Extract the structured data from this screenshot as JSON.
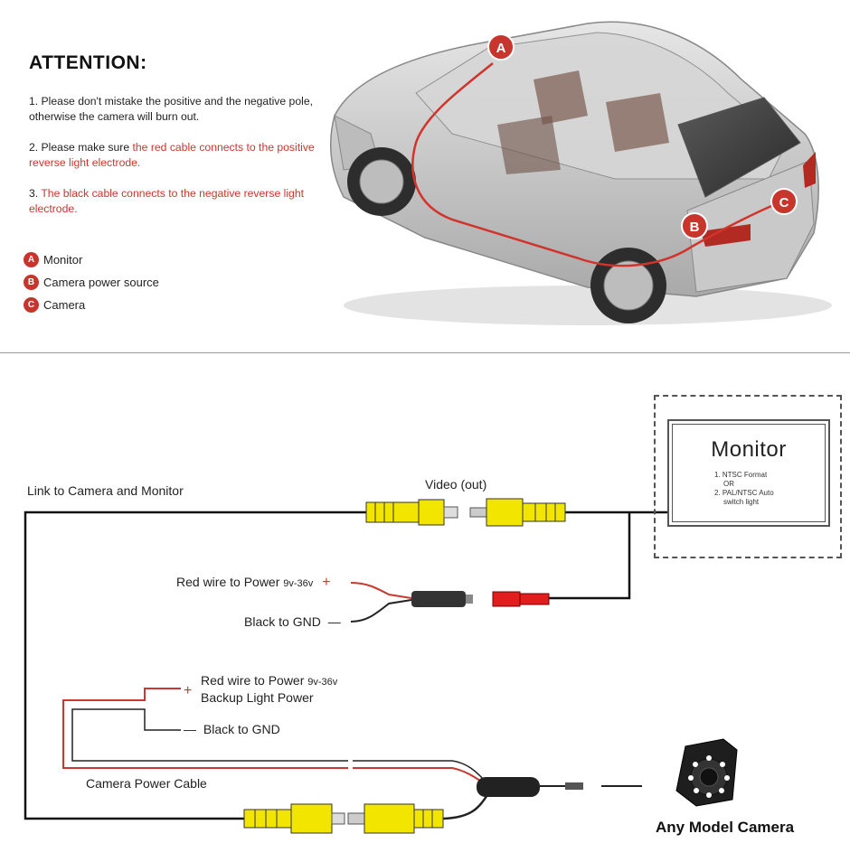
{
  "attention": {
    "title": "ATTENTION:",
    "note1": "1. Please don't mistake the positive and the negative pole, otherwise the camera will burn out.",
    "note2_prefix": "2. Please make sure ",
    "note2_red": "the red cable connects to the positive reverse light electrode.",
    "note3_prefix": "3. ",
    "note3_red": "The black cable connects to the negative reverse light electrode."
  },
  "legend": [
    {
      "letter": "A",
      "label": "Monitor"
    },
    {
      "letter": "B",
      "label": "Camera power source"
    },
    {
      "letter": "C",
      "label": "Camera"
    }
  ],
  "car_markers": {
    "a": "A",
    "b": "B",
    "c": "C"
  },
  "wiring": {
    "link_label": "Link to Camera and Monitor",
    "video_label": "Video (out)",
    "red_wire_label": "Red wire to Power ",
    "red_wire_voltage": "9v-36v",
    "plus_sign": "+",
    "minus_sign": "—",
    "black_gnd_label": "Black to GND",
    "red_wire2_label": "Red wire to Power ",
    "red_wire2_voltage": "9v-36v",
    "backup_light_label": "Backup Light Power",
    "black_gnd2_label": "Black to GND",
    "power_cable_label": "Camera Power Cable",
    "camera_label": "Any Model Camera"
  },
  "monitor": {
    "title": "Monitor",
    "line1": "1. NTSC Format",
    "line2": "OR",
    "line3": "2. PAL/NTSC Auto",
    "line4": "switch light"
  },
  "colors": {
    "accent_red": "#d0342c",
    "badge_red": "#c8352c",
    "connector_yellow": "#f2e600",
    "wire_black": "#111111"
  }
}
